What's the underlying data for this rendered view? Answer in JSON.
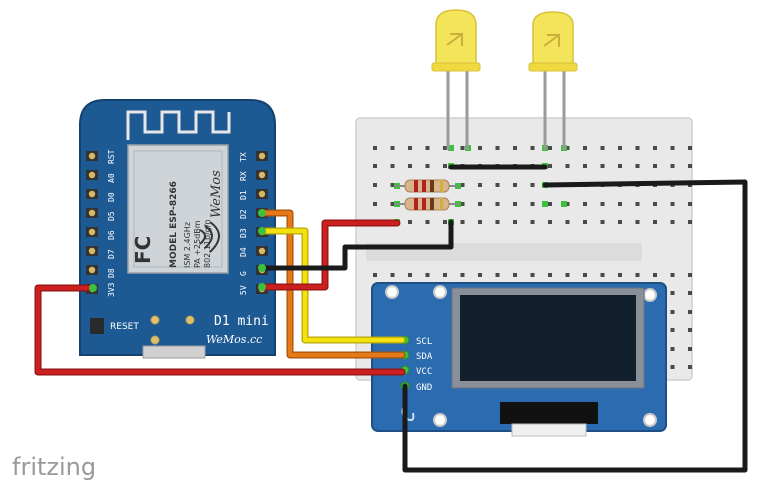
{
  "watermark": "fritzing",
  "board": {
    "name": "D1 mini",
    "maker": "WeMos.cc",
    "module": {
      "brand": "WeMos",
      "model": "MODEL ESP-8266",
      "specs": [
        "ISM 2.4GHz",
        "PA +25dBm",
        "802.11b/g/n"
      ],
      "cert": "FC"
    },
    "reset_label": "RESET",
    "left_pins": [
      "RST",
      "A0",
      "D0",
      "D5",
      "D6",
      "D7",
      "D8",
      "3V3"
    ],
    "right_pins": [
      "TX",
      "RX",
      "D1",
      "D2",
      "D3",
      "D4",
      "G",
      "5V"
    ]
  },
  "oled": {
    "pins": [
      "SCL",
      "SDA",
      "VCC",
      "GND"
    ]
  },
  "colors": {
    "board_blue": "#1d5a94",
    "oled_blue": "#2b6cb0",
    "wire_red": "#cc1f1f",
    "wire_black": "#1a1a1a",
    "wire_orange": "#e67817",
    "wire_yellow": "#f4e10e",
    "led_yellow": "#f4e45a",
    "breadboard": "#e9e9e9"
  }
}
